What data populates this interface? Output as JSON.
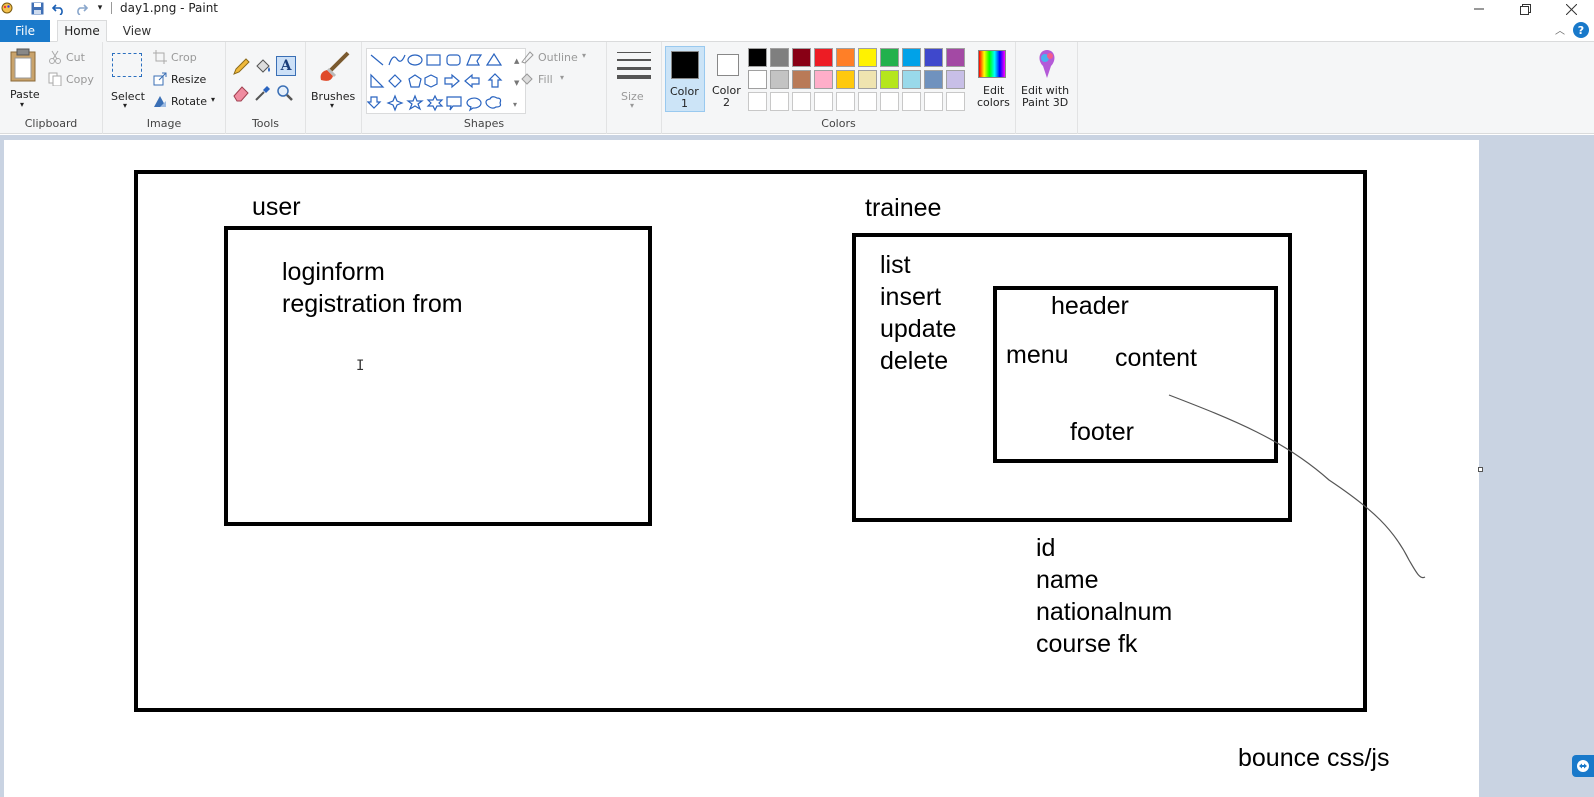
{
  "window": {
    "title": "day1.png - Paint"
  },
  "tabs": {
    "file": "File",
    "home": "Home",
    "view": "View"
  },
  "ribbon": {
    "clipboard": {
      "paste": "Paste",
      "cut": "Cut",
      "copy": "Copy",
      "group": "Clipboard"
    },
    "image": {
      "select": "Select",
      "crop": "Crop",
      "resize": "Resize",
      "rotate": "Rotate",
      "group": "Image"
    },
    "tools": {
      "group": "Tools"
    },
    "brushes": {
      "label": "Brushes"
    },
    "shapes": {
      "outline": "Outline",
      "fill": "Fill",
      "group": "Shapes"
    },
    "size": {
      "label": "Size"
    },
    "colors": {
      "color1": "Color\n1",
      "color1_line1": "Color",
      "color1_line2": "1",
      "color2_line1": "Color",
      "color2_line2": "2",
      "edit_line1": "Edit",
      "edit_line2": "colors",
      "group": "Colors",
      "palette_row1": [
        "#000000",
        "#7f7f7f",
        "#880015",
        "#ed1c24",
        "#ff7f27",
        "#fff200",
        "#22b14c",
        "#00a2e8",
        "#3f48cc",
        "#a349a4"
      ],
      "palette_row2": [
        "#ffffff",
        "#c3c3c3",
        "#b97a57",
        "#ffaec9",
        "#ffc90e",
        "#efe4b0",
        "#b5e61d",
        "#99d9ea",
        "#7092be",
        "#c8bfe7"
      ]
    },
    "paint3d": {
      "line1": "Edit with",
      "line2": "Paint 3D"
    }
  },
  "drawing": {
    "user_label": "user",
    "user_items": [
      "loginform",
      "registration from"
    ],
    "trainee_label": "trainee",
    "trainee_items": [
      "list",
      "insert",
      "update",
      "delete"
    ],
    "layout_items": {
      "header": "header",
      "menu": "menu",
      "content": "content",
      "footer": "footer"
    },
    "fields": [
      "id",
      "name",
      "nationalnum",
      "course fk"
    ],
    "footer_note": "bounce css/js"
  }
}
